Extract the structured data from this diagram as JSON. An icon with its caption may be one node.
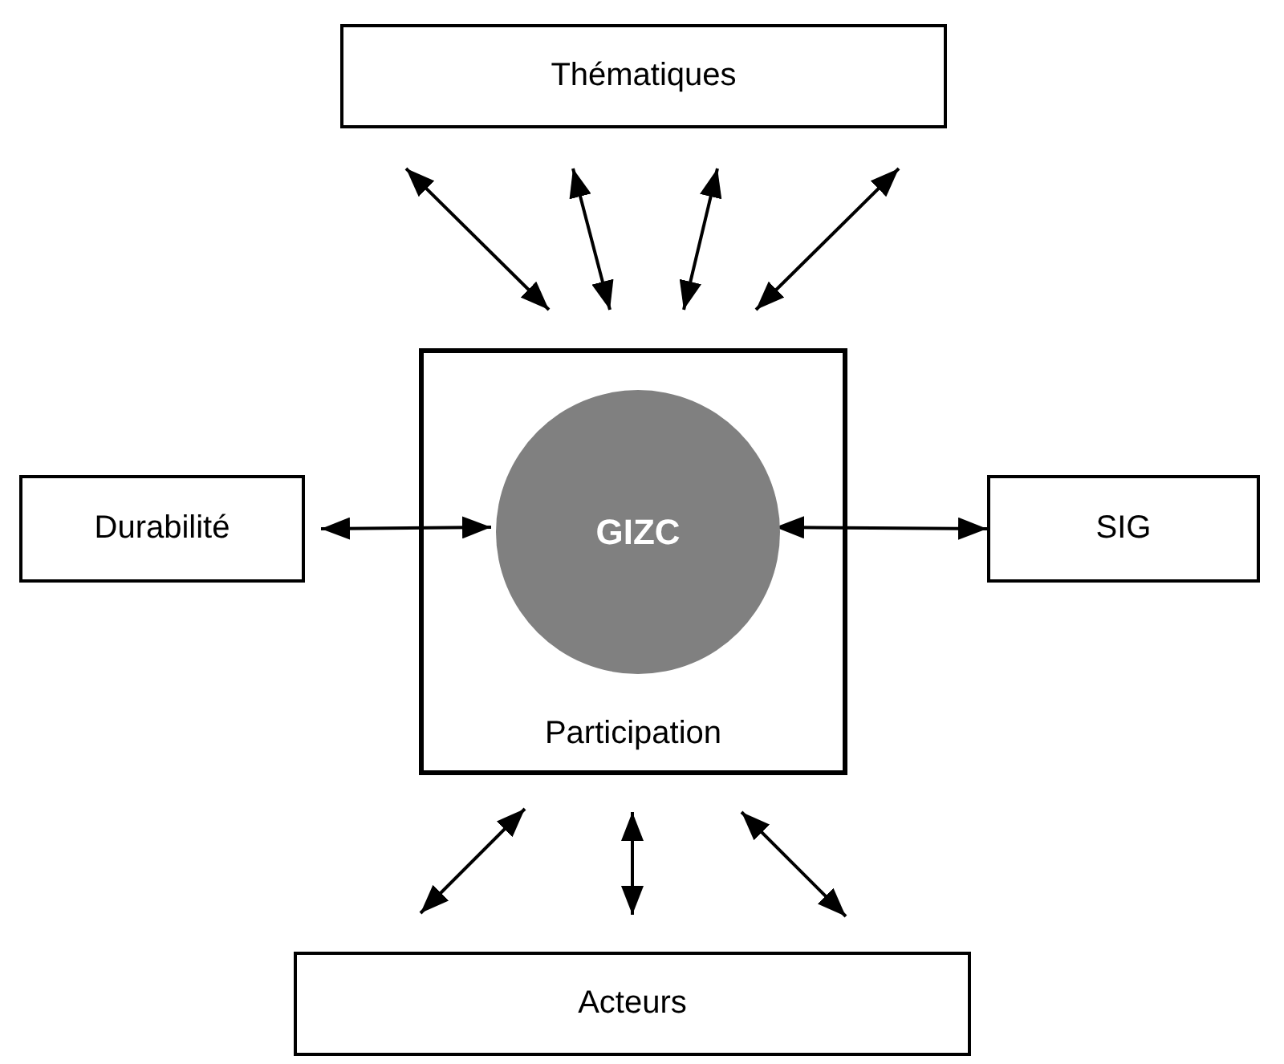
{
  "diagram": {
    "nodes": [
      {
        "text": [
          "Thématiques"
        ]
      },
      {
        "text": [
          "Durabilité"
        ]
      },
      {
        "text": [
          "Participation"
        ]
      },
      {
        "text": [
          "GIZC"
        ],
        "in": 2
      },
      {
        "text": [
          "SIG"
        ]
      },
      {
        "text": [
          "Acteurs"
        ]
      }
    ],
    "edges": [
      {
        "from": 0,
        "to": 2,
        "arrow": "both"
      },
      {
        "from": 0,
        "to": 2,
        "arrow": "both"
      },
      {
        "from": 0,
        "to": 2,
        "arrow": "both"
      },
      {
        "from": 0,
        "to": 2,
        "arrow": "both"
      },
      {
        "from": 1,
        "to": 3,
        "arrow": "both"
      },
      {
        "from": 3,
        "to": 4,
        "arrow": "both"
      },
      {
        "from": 2,
        "to": 5,
        "arrow": "both"
      },
      {
        "from": 2,
        "to": 5,
        "arrow": "both"
      },
      {
        "from": 2,
        "to": 5,
        "arrow": "both"
      }
    ]
  }
}
